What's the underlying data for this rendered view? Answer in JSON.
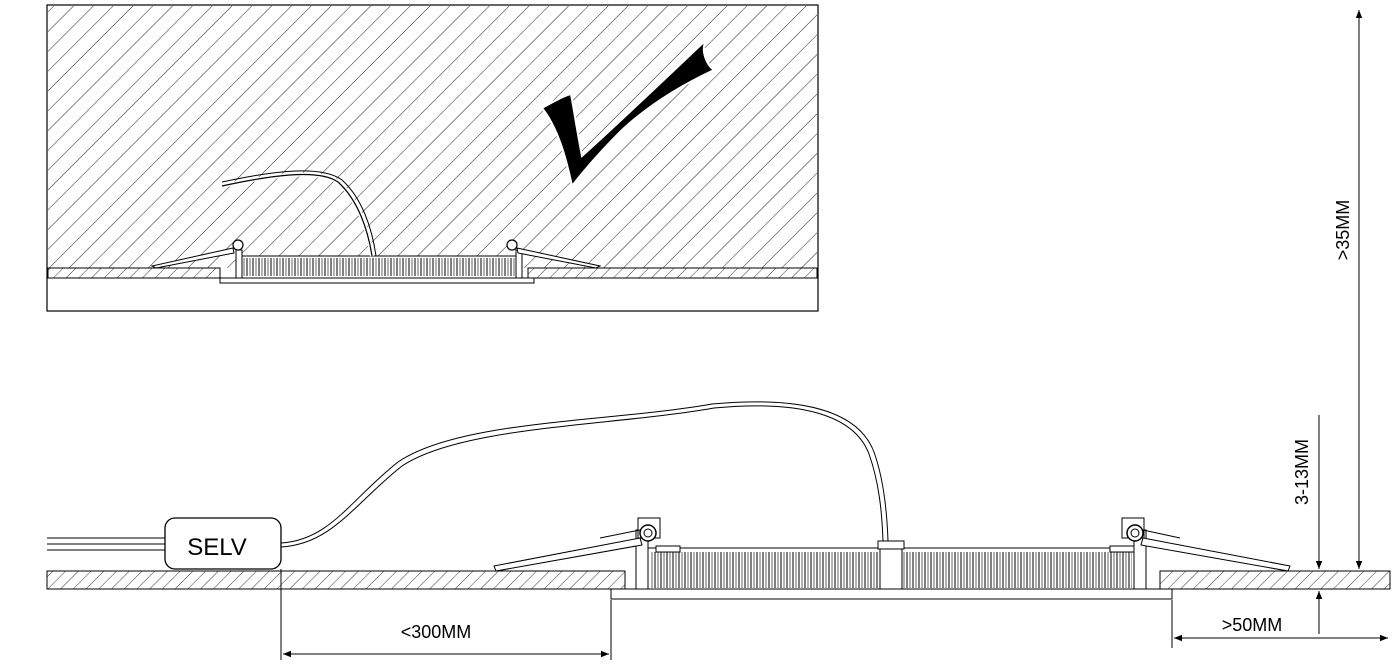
{
  "labels": {
    "driver": "SELV",
    "cable_distance": "<300MM",
    "ceiling_thickness": "3-13MM",
    "cavity_depth": ">35MM",
    "edge_distance": ">50MM"
  },
  "colors": {
    "line": "#000000",
    "hatch": "#222222",
    "background": "#ffffff"
  },
  "icons": [
    "checkmark-icon"
  ]
}
